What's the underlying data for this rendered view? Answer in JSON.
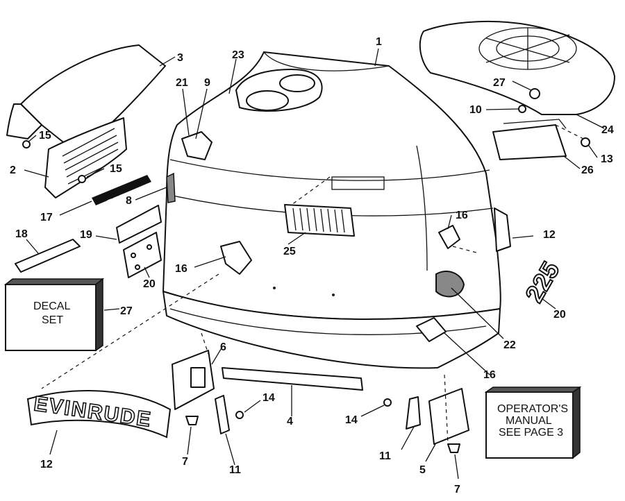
{
  "part_numbers": {
    "p1": "1",
    "p2": "2",
    "p3": "3",
    "p4": "4",
    "p5": "5",
    "p6": "6",
    "p7a": "7",
    "p7b": "7",
    "p8": "8",
    "p9": "9",
    "p10": "10",
    "p11a": "11",
    "p11b": "11",
    "p12a": "12",
    "p12b": "12",
    "p13": "13",
    "p14a": "14",
    "p14b": "14",
    "p15a": "15",
    "p15b": "15",
    "p16a": "16",
    "p16b": "16",
    "p16c": "16",
    "p17": "17",
    "p18": "18",
    "p19": "19",
    "p20a": "20",
    "p20b": "20",
    "p21": "21",
    "p22": "22",
    "p23": "23",
    "p24": "24",
    "p25": "25",
    "p26": "26",
    "p27a": "27",
    "p27b": "27"
  },
  "decal_box": {
    "line1": "DECAL",
    "line2": "SET"
  },
  "manual_box": {
    "line1": "OPERATOR'S",
    "line2": "MANUAL",
    "line3": "SEE PAGE 3"
  },
  "logo_text": "EVINRUDE",
  "model_number": "225",
  "side_strip_text": "EVINRUDE"
}
